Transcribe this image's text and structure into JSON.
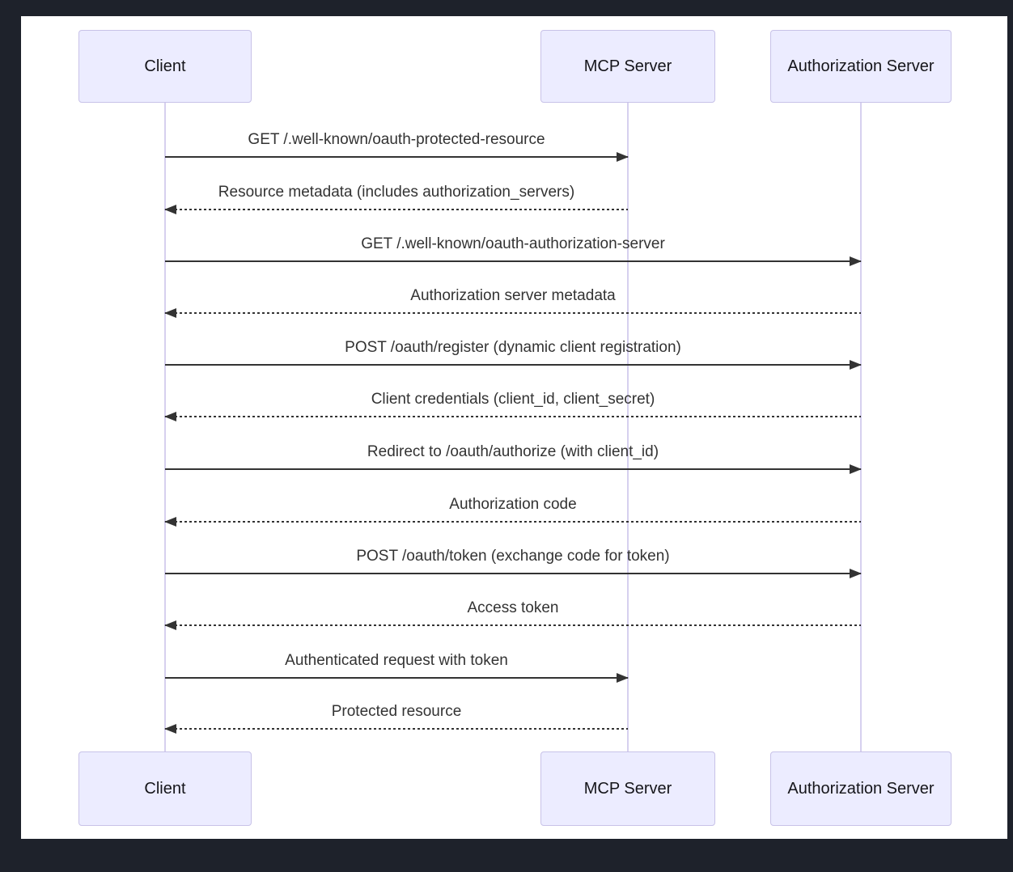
{
  "diagram": {
    "type": "sequence",
    "colors": {
      "page_background": "#1e222b",
      "canvas_background": "#ffffff",
      "actor_fill": "#ececff",
      "actor_border": "#c8c2e8",
      "lifeline": "#d6d0ef",
      "message": "#333333"
    },
    "actors": [
      {
        "id": "client",
        "label": "Client"
      },
      {
        "id": "mcp",
        "label": "MCP Server"
      },
      {
        "id": "auth",
        "label": "Authorization Server"
      }
    ],
    "messages": [
      {
        "from": "client",
        "to": "mcp",
        "style": "solid",
        "label": "GET /.well-known/oauth-protected-resource"
      },
      {
        "from": "mcp",
        "to": "client",
        "style": "dashed",
        "label": "Resource metadata (includes authorization_servers)"
      },
      {
        "from": "client",
        "to": "auth",
        "style": "solid",
        "label": "GET /.well-known/oauth-authorization-server"
      },
      {
        "from": "auth",
        "to": "client",
        "style": "dashed",
        "label": "Authorization server metadata"
      },
      {
        "from": "client",
        "to": "auth",
        "style": "solid",
        "label": "POST /oauth/register (dynamic client registration)"
      },
      {
        "from": "auth",
        "to": "client",
        "style": "dashed",
        "label": "Client credentials (client_id, client_secret)"
      },
      {
        "from": "client",
        "to": "auth",
        "style": "solid",
        "label": "Redirect to /oauth/authorize (with client_id)"
      },
      {
        "from": "auth",
        "to": "client",
        "style": "dashed",
        "label": "Authorization code"
      },
      {
        "from": "client",
        "to": "auth",
        "style": "solid",
        "label": "POST /oauth/token (exchange code for token)"
      },
      {
        "from": "auth",
        "to": "client",
        "style": "dashed",
        "label": "Access token"
      },
      {
        "from": "client",
        "to": "mcp",
        "style": "solid",
        "label": "Authenticated request with token"
      },
      {
        "from": "mcp",
        "to": "client",
        "style": "dashed",
        "label": "Protected resource"
      }
    ]
  }
}
